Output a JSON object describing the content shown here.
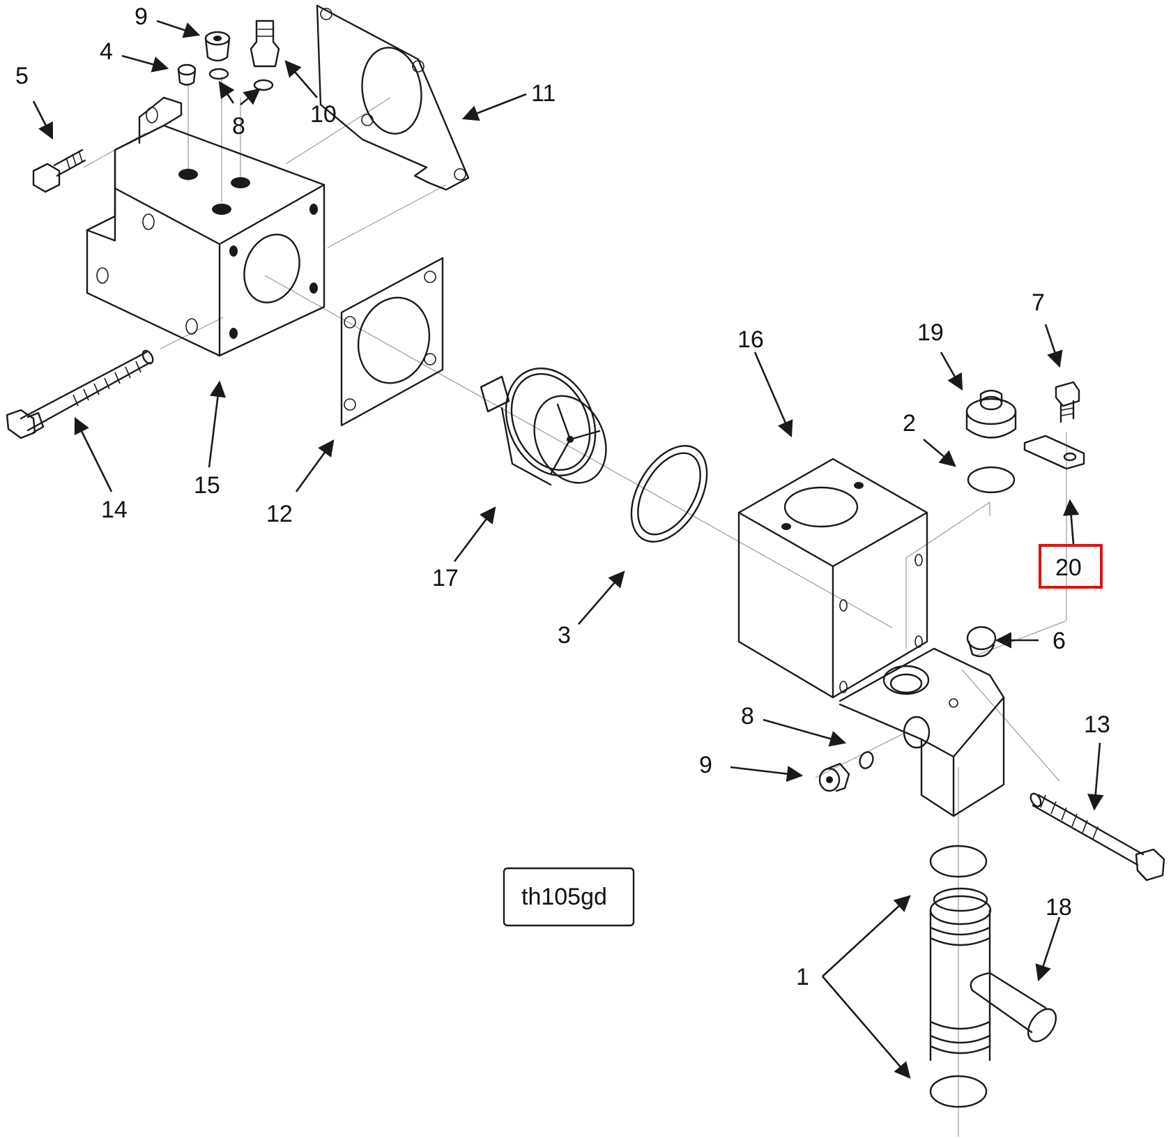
{
  "drawing": {
    "reference_code": "th105gd",
    "highlighted_callout": "20",
    "callouts": [
      {
        "id": "c1",
        "text": "1"
      },
      {
        "id": "c2",
        "text": "2"
      },
      {
        "id": "c3",
        "text": "3"
      },
      {
        "id": "c4",
        "text": "4"
      },
      {
        "id": "c5",
        "text": "5"
      },
      {
        "id": "c6",
        "text": "6"
      },
      {
        "id": "c7",
        "text": "7"
      },
      {
        "id": "c8a",
        "text": "8"
      },
      {
        "id": "c8b",
        "text": "8"
      },
      {
        "id": "c9a",
        "text": "9"
      },
      {
        "id": "c9b",
        "text": "9"
      },
      {
        "id": "c10",
        "text": "10"
      },
      {
        "id": "c11",
        "text": "11"
      },
      {
        "id": "c12",
        "text": "12"
      },
      {
        "id": "c13",
        "text": "13"
      },
      {
        "id": "c14",
        "text": "14"
      },
      {
        "id": "c15",
        "text": "15"
      },
      {
        "id": "c16",
        "text": "16"
      },
      {
        "id": "c17",
        "text": "17"
      },
      {
        "id": "c18",
        "text": "18"
      },
      {
        "id": "c19",
        "text": "19"
      },
      {
        "id": "c20",
        "text": "20"
      }
    ],
    "colors": {
      "line": "#1a1a1a",
      "highlight": "#e01010",
      "background": "#ffffff"
    }
  }
}
